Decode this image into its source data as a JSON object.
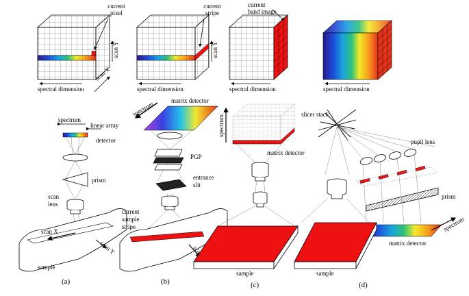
{
  "panel_a": {
    "current_pixel": "current\npixel",
    "scan_y": "scan Y",
    "scan_x": "scan X",
    "spectral_dimension": "spectral dimension",
    "spectrum": "spectrum",
    "linear_array_detector": "linear array\ndetector",
    "prism": "prism",
    "scan_lens": "scan\nlens",
    "scan_x_sample": "scan X",
    "scan_y_sample": "scan Y",
    "sample": "sample",
    "caption": "(a)"
  },
  "panel_b": {
    "current_stripe": "current\nstripe",
    "scan_y": "scan Y",
    "spectral_dimension": "spectral dimension",
    "spectrum": "spectrum",
    "matrix_detector": "matrix detector",
    "pgp": "PGP",
    "entrance_slit": "entrance\nslit",
    "current_sample_stripe": "current\nsample\nstripe",
    "scan_y_sample": "scan Y",
    "caption": "(b)"
  },
  "panel_c": {
    "current_band_image": "current\nband image",
    "spectral_dimension": "spectral dimension",
    "spectrum": "spectrum",
    "matrix_detector": "matrix detector",
    "sample": "sample",
    "caption": "(c)"
  },
  "panel_d": {
    "spectral_dimension": "spectral dimension",
    "slicer_stack": "slicer stack",
    "pupil_lens": "pupil lens",
    "prism": "prism",
    "matrix_detector": "matrix detector",
    "spectrum": "spectrum",
    "sample": "sample",
    "caption": "(d)"
  },
  "colors": {
    "highlight_red": "#ee1111",
    "spectrum": [
      "#2a1a8c",
      "#1e4bd8",
      "#18a3e0",
      "#2ec27a",
      "#f2ea2a",
      "#f7a21c",
      "#e5321a"
    ]
  }
}
